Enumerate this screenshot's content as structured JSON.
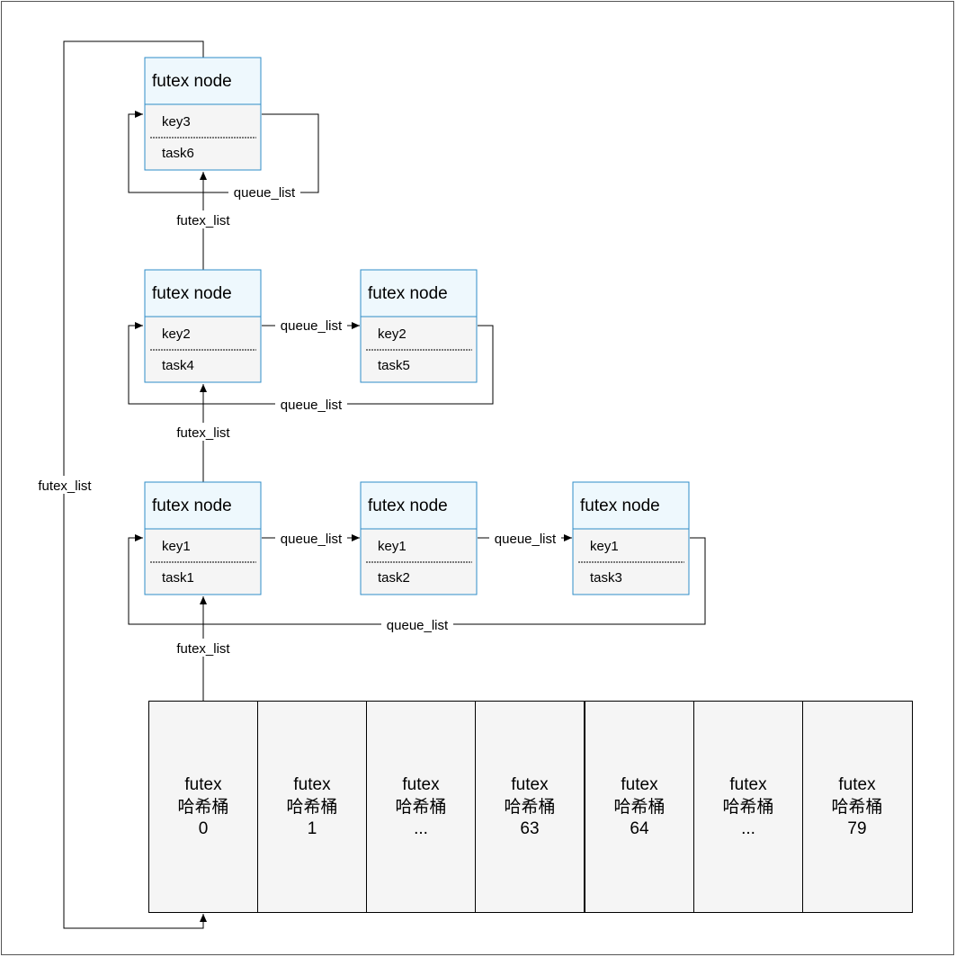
{
  "colors": {
    "header_fill": "#eef8fd",
    "header_stroke": "#2f8dc8",
    "body_fill": "#f5f5f5",
    "bucket_fill": "#f5f5f5",
    "line": "#000000"
  },
  "nodes": [
    {
      "title": "futex node",
      "key": "key3",
      "task": "task6"
    },
    {
      "title": "futex node",
      "key": "key2",
      "task": "task4"
    },
    {
      "title": "futex node",
      "key": "key2",
      "task": "task5"
    },
    {
      "title": "futex node",
      "key": "key1",
      "task": "task1"
    },
    {
      "title": "futex node",
      "key": "key1",
      "task": "task2"
    },
    {
      "title": "futex node",
      "key": "key1",
      "task": "task3"
    }
  ],
  "links": {
    "futex_list": "futex_list",
    "queue_list": "queue_list"
  },
  "buckets": [
    {
      "line1": "futex",
      "line2": "哈希桶",
      "line3": "0"
    },
    {
      "line1": "futex",
      "line2": "哈希桶",
      "line3": "1"
    },
    {
      "line1": "futex",
      "line2": "哈希桶",
      "line3": "..."
    },
    {
      "line1": "futex",
      "line2": "哈希桶",
      "line3": "63"
    },
    {
      "line1": "futex",
      "line2": "哈希桶",
      "line3": "64"
    },
    {
      "line1": "futex",
      "line2": "哈希桶",
      "line3": "..."
    },
    {
      "line1": "futex",
      "line2": "哈希桶",
      "line3": "79"
    }
  ]
}
